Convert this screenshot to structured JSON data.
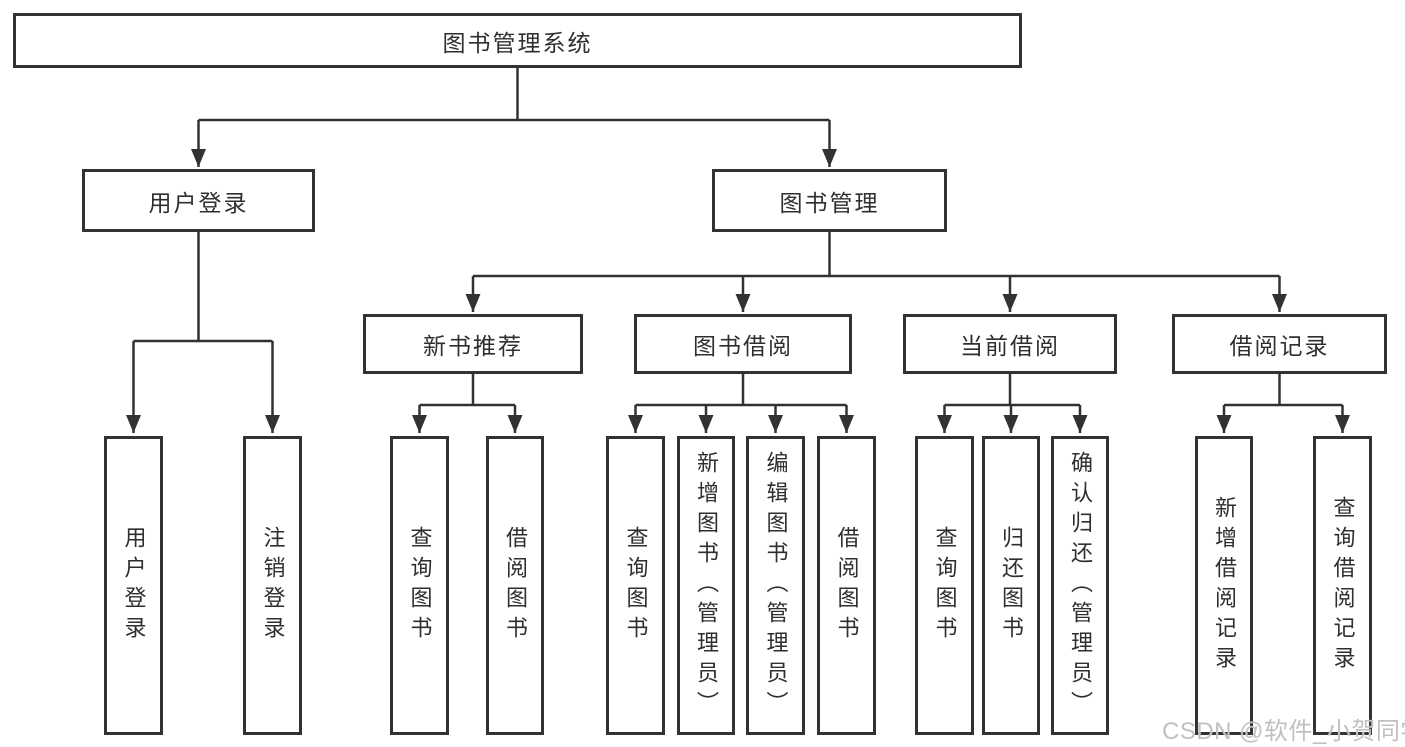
{
  "diagram": {
    "title": "图书管理系统",
    "tree": {
      "label": "图书管理系统",
      "children": [
        {
          "label": "用户登录",
          "children": [
            {
              "label": "用户登录"
            },
            {
              "label": "注销登录"
            }
          ]
        },
        {
          "label": "图书管理",
          "children": [
            {
              "label": "新书推荐",
              "children": [
                {
                  "label": "查询图书"
                },
                {
                  "label": "借阅图书"
                }
              ]
            },
            {
              "label": "图书借阅",
              "children": [
                {
                  "label": "查询图书"
                },
                {
                  "label": "新增图书（管理员）"
                },
                {
                  "label": "编辑图书（管理员）"
                },
                {
                  "label": "借阅图书"
                }
              ]
            },
            {
              "label": "当前借阅",
              "children": [
                {
                  "label": "查询图书"
                },
                {
                  "label": "归还图书"
                },
                {
                  "label": "确认归还（管理员）"
                }
              ]
            },
            {
              "label": "借阅记录",
              "children": [
                {
                  "label": "新增借阅记录"
                },
                {
                  "label": "查询借阅记录"
                }
              ]
            }
          ]
        }
      ]
    }
  },
  "watermark": {
    "text": "CSDN @软件_小贺同学"
  },
  "colors": {
    "line": "#323232",
    "box_border": "#323232",
    "box_background": "#ffffff",
    "text": "#2f2f2f",
    "watermark": "#bfc0c2",
    "background": "#ffffff"
  }
}
